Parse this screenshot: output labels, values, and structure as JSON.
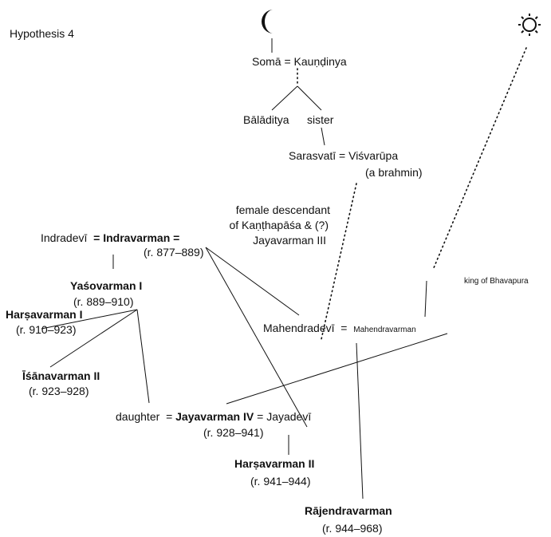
{
  "title": "Hypothesis 4",
  "symbols": {
    "moon": "moon-crescent",
    "sun": "sun-rayed"
  },
  "people": {
    "soma": "Somā",
    "kaundinya": "Kauṇḍinya",
    "baladitya": "Bālāditya",
    "sister": "sister",
    "sarasvati": "Sarasvatī",
    "visvarupa": "Viśvarūpa",
    "visvarupa_note": "(a brahmin)",
    "indradevi": "Indradevī",
    "indravarman": "Indravarman",
    "indravarman_reign": "(r. 877–889)",
    "female_desc_1": "female descendant",
    "female_desc_2": "of Kaṇṭhapāśa & (?)",
    "female_desc_3": "Jayavarman III",
    "king_bhavapura": "king of Bhavapura",
    "yasovarman": "Yaśovarman I",
    "yasovarman_reign": "(r. 889–910)",
    "harsavarman1": "Harṣavarman I",
    "harsavarman1_reign": "(r. 910–923)",
    "isanavarman": "Īśānavarman II",
    "isanavarman_reign": "(r. 923–928)",
    "mahendradevi": "Mahendradevī",
    "mahendravarman": "Mahendravarman",
    "daughter": "daughter",
    "jayavarman4": "Jayavarman IV",
    "jayavarman4_reign": "(r. 928–941)",
    "jayadevi": "Jayadevī",
    "harsavarman2": "Harṣavarman II",
    "harsavarman2_reign": "(r. 941–944)",
    "rajendravarman": "Rājendravarman",
    "rajendravarman_reign": "(r. 944–968)"
  },
  "marriage_sign": "="
}
